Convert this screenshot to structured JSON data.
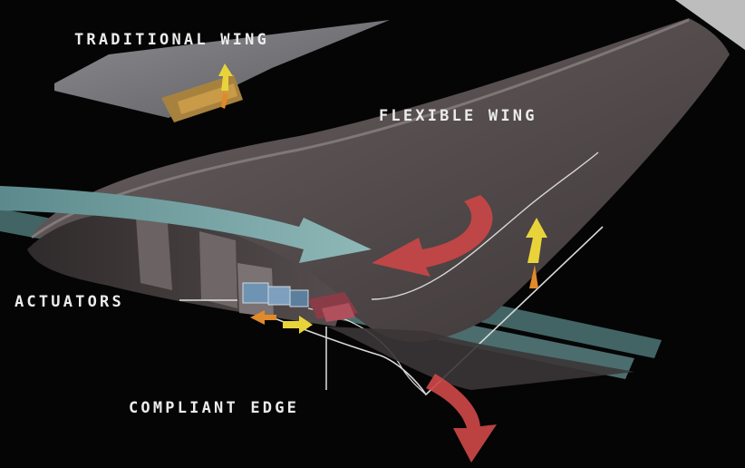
{
  "labels": {
    "traditional_wing": "TRADITIONAL WING",
    "flexible_wing": "FLEXIBLE WING",
    "actuators": "ACTUATORS",
    "compliant_edge": "COMPLIANT EDGE"
  },
  "colors": {
    "background": "#050505",
    "wing_surface": "#4e4748",
    "wing_highlight": "#857e7d",
    "airflow": "#6f9a9b",
    "deflected_flow": "#cc4646",
    "actuator_blue": "#6f93b2",
    "actuator_arrow_orange": "#e08a2a",
    "actuator_arrow_yellow": "#e8d43a",
    "label_text": "#ececec"
  }
}
